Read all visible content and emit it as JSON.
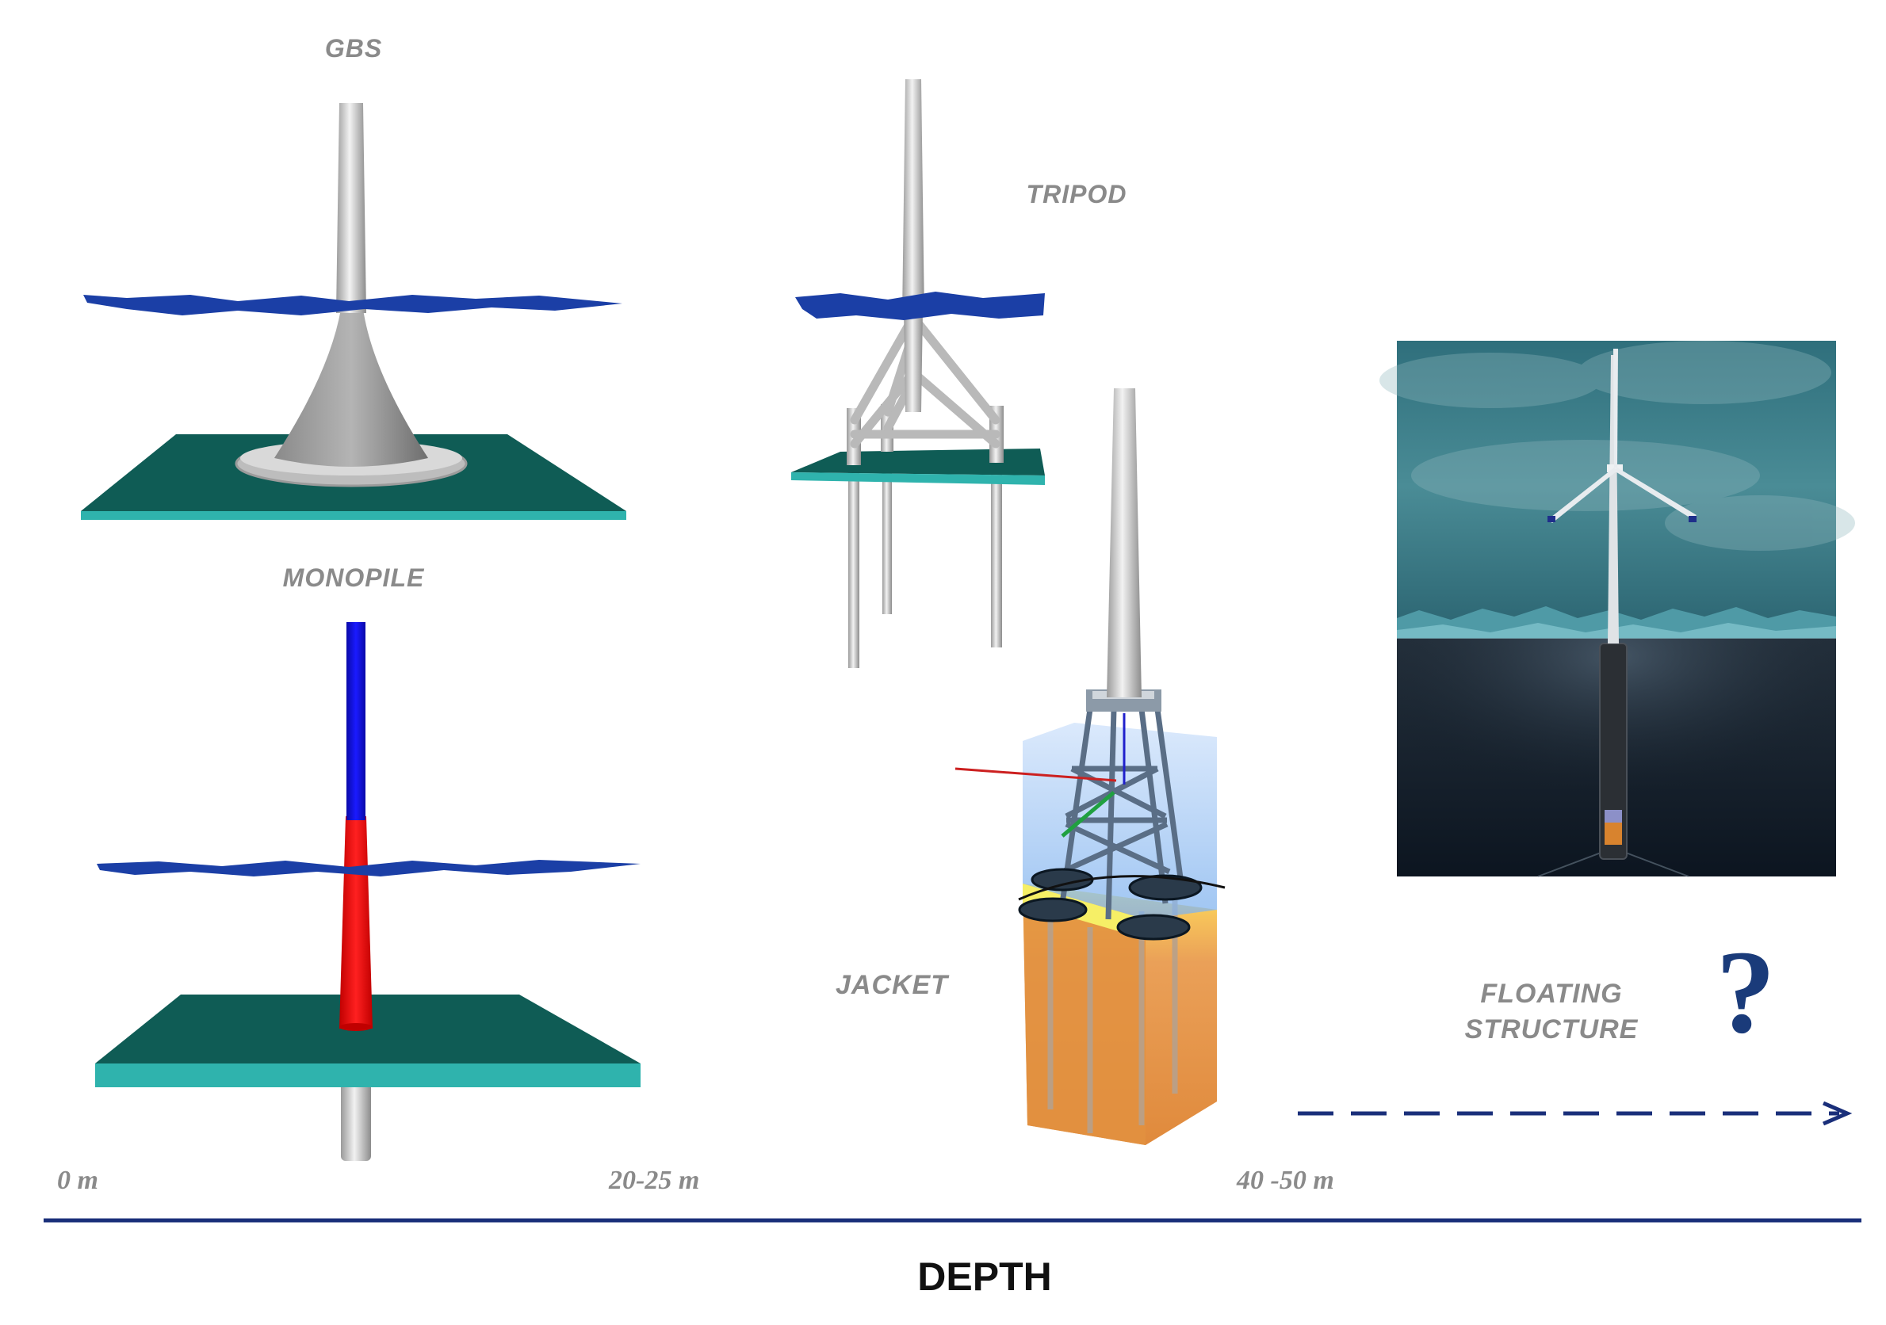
{
  "structures": {
    "gbs": "GBS",
    "monopile": "MONOPILE",
    "tripod": "TRIPOD",
    "jacket": "JACKET",
    "floating_line1": "FLOATING",
    "floating_line2": "STRUCTURE",
    "question_mark": "?"
  },
  "depth_axis": {
    "title": "DEPTH",
    "ticks": [
      "0 m",
      "20-25 m",
      "40 -50 m"
    ]
  },
  "colors": {
    "water": "#1b3fa6",
    "seabed": "#0f5c55",
    "seabed_edge": "#2fb3ad",
    "steel": "#c9c9c9",
    "monopile_upper": "#1010d8",
    "monopile_lower": "#ee1010",
    "axis_line": "#1a2f7a",
    "arrow": "#1a2f7a",
    "question": "#1a3b7a"
  }
}
